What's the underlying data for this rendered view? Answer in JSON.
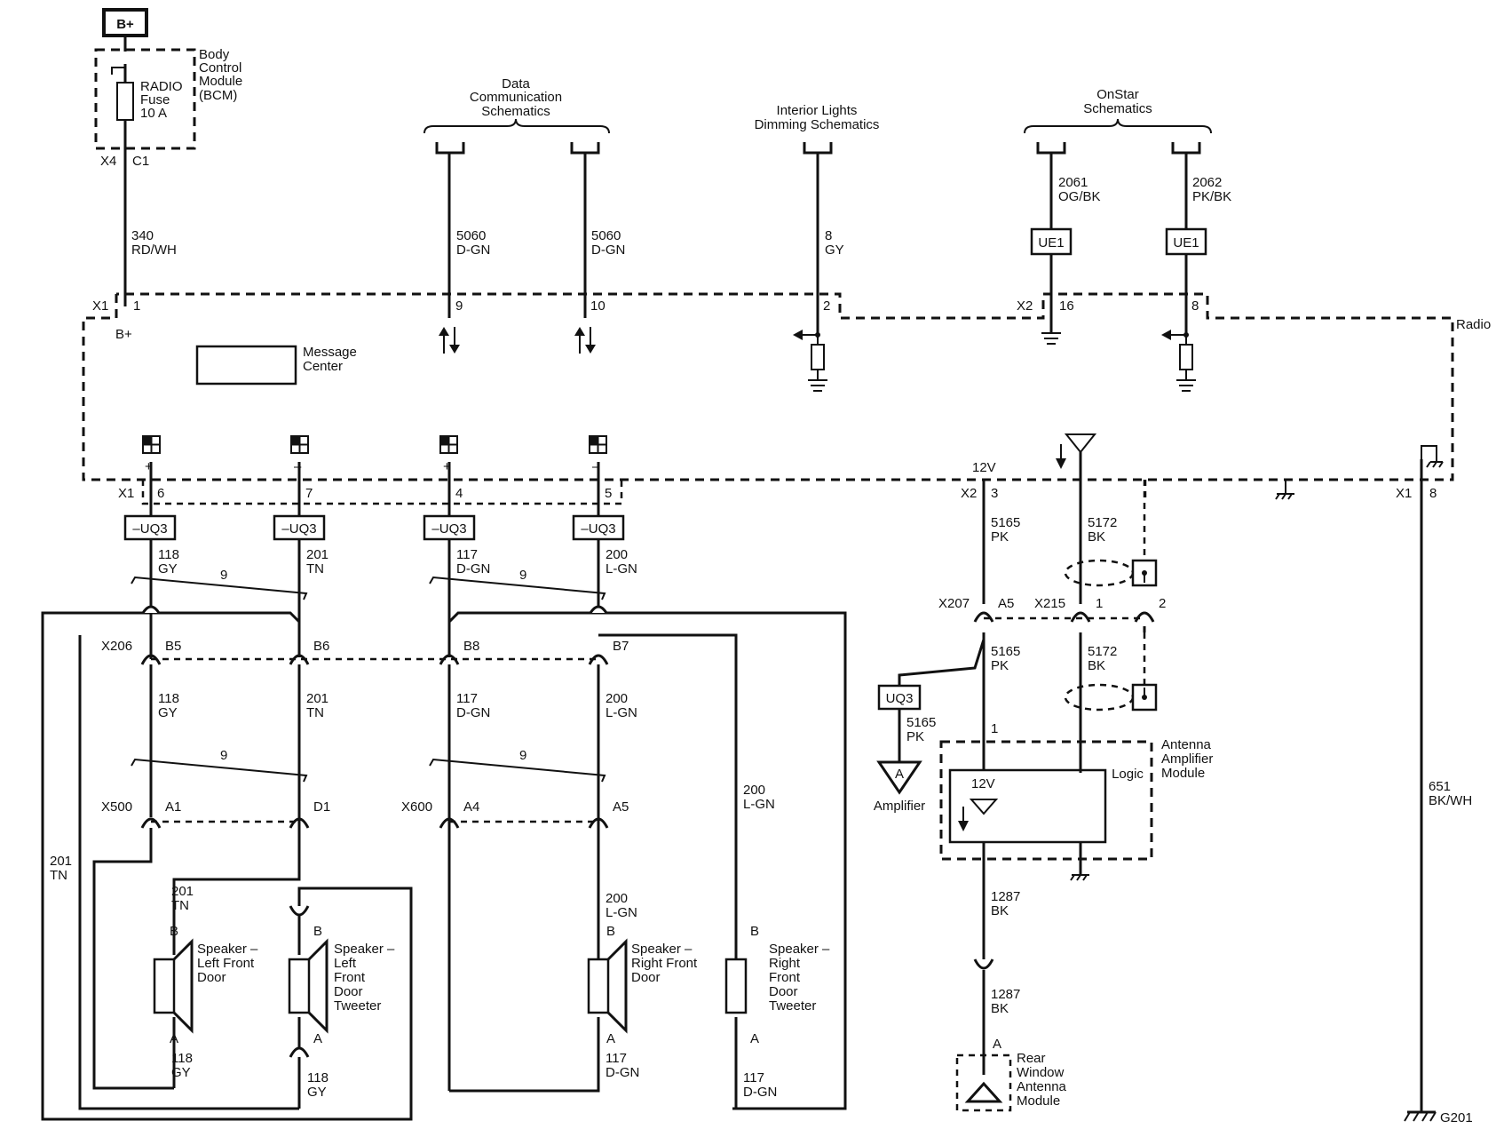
{
  "power": {
    "label": "B+"
  },
  "bcm": {
    "lines": [
      "Body",
      "Control",
      "Module",
      "(BCM)"
    ],
    "fuse": [
      "RADIO",
      "Fuse",
      "10 A"
    ],
    "conn": "X4",
    "pin": "C1"
  },
  "wire_340": [
    "340",
    "RD/WH"
  ],
  "data_comm": {
    "title": [
      "Data",
      "Communication",
      "Schematics"
    ]
  },
  "wire_5060a": [
    "5060",
    "D-GN"
  ],
  "wire_5060b": [
    "5060",
    "D-GN"
  ],
  "interior": {
    "title": [
      "Interior Lights",
      "Dimming Schematics"
    ]
  },
  "wire_8": [
    "8",
    "GY"
  ],
  "onstar": {
    "title": [
      "OnStar",
      "Schematics"
    ]
  },
  "wire_2061": [
    "2061",
    "OG/BK"
  ],
  "wire_2062": [
    "2062",
    "PK/BK"
  ],
  "ue1": "UE1",
  "radio": {
    "label": "Radio",
    "message_center": [
      "Message",
      "Center"
    ],
    "b_plus": "B+",
    "x1": "X1",
    "x2": "X2",
    "pins_top": {
      "p1": "1",
      "p9": "9",
      "p10": "10",
      "p2": "2",
      "p16": "16",
      "p8": "8"
    },
    "pins_bottom": {
      "p6": "6",
      "p7": "7",
      "p4": "4",
      "p5": "5",
      "p3": "3",
      "p8": "8"
    },
    "plus": "+",
    "minus": "–",
    "v12": "12V"
  },
  "uq3_neg": "–UQ3",
  "uq3": "UQ3",
  "twist": "9",
  "wires_speaker": {
    "w118": [
      "118",
      "GY"
    ],
    "w201": [
      "201",
      "TN"
    ],
    "w117": [
      "117",
      "D-GN"
    ],
    "w200": [
      "200",
      "L-GN"
    ]
  },
  "x206": {
    "name": "X206",
    "b5": "B5",
    "b6": "B6",
    "b8": "B8",
    "b7": "B7"
  },
  "x500": {
    "name": "X500",
    "a1": "A1",
    "d1": "D1"
  },
  "x600": {
    "name": "X600",
    "a4": "A4",
    "a5": "A5"
  },
  "speakers": {
    "lf_door": [
      "Speaker –",
      "Left Front",
      "Door"
    ],
    "lf_tweeter": [
      "Speaker –",
      "Left",
      "Front",
      "Door",
      "Tweeter"
    ],
    "rf_door": [
      "Speaker –",
      "Right Front",
      "Door"
    ],
    "rf_tweeter": [
      "Speaker –",
      "Right",
      "Front",
      "Door",
      "Tweeter"
    ],
    "pin_a": "A",
    "pin_b": "B"
  },
  "wire_5165": [
    "5165",
    "PK"
  ],
  "wire_5172": [
    "5172",
    "BK"
  ],
  "x207": {
    "name": "X207",
    "pin": "A5"
  },
  "x215": {
    "name": "X215",
    "p1": "1",
    "p2": "2"
  },
  "amplifier": {
    "symbol": "A",
    "label": "Amplifier"
  },
  "antenna_module": {
    "title": [
      "Antenna",
      "Amplifier",
      "Module"
    ],
    "logic": "Logic",
    "v12": "12V",
    "pin1": "1"
  },
  "wire_1287": [
    "1287",
    "BK"
  ],
  "rear_antenna": {
    "pin": "A",
    "title": [
      "Rear",
      "Window",
      "Antenna",
      "Module"
    ]
  },
  "wire_651": [
    "651",
    "BK/WH"
  ],
  "ground": "G201"
}
